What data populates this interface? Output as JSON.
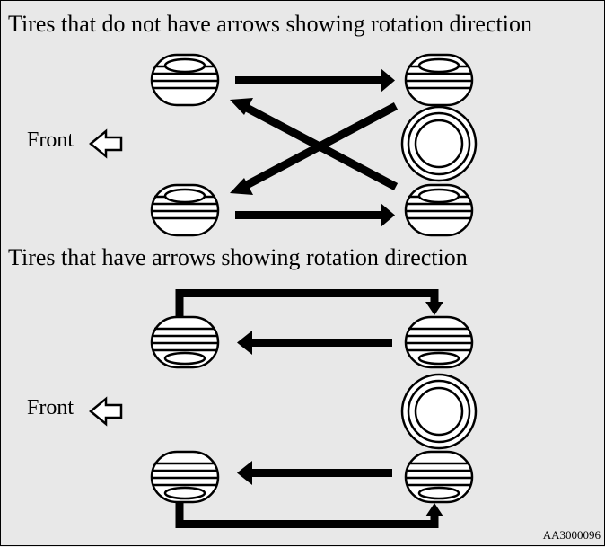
{
  "sections": [
    {
      "title": "Tires that do not have arrows showing rotation direction",
      "front_label": "Front",
      "pattern": "cross"
    },
    {
      "title": "Tires that have arrows showing rotation direction",
      "front_label": "Front",
      "pattern": "same-side"
    }
  ],
  "figure_code": "AA3000096",
  "icons": [
    "tire-stack-icon",
    "spare-tire-icon",
    "front-arrow-icon"
  ],
  "colors": {
    "background": "#e8e8e8",
    "ink": "#000000",
    "tire_fill": "#ffffff"
  }
}
